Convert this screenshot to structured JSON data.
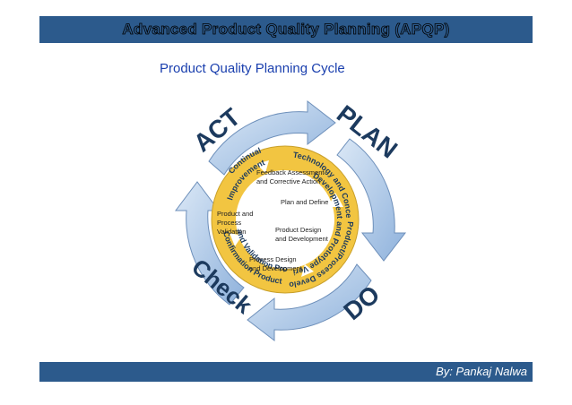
{
  "header": {
    "title": "Advanced Product Quality Planning (APQP)"
  },
  "subtitle": "Product Quality Planning Cycle",
  "cycle": {
    "outer_labels": {
      "act": "ACT",
      "plan": "PLAN",
      "do": "DO",
      "check": "Check"
    },
    "ring_labels": {
      "technology_line1": "Technology and Concept",
      "technology_line2": "Development",
      "continual_line1": "Continual",
      "continual_line2": "Improvement",
      "product_dev_line1": "Product/Process Development",
      "product_dev_line2": "and Prototype Verification",
      "confirmation_line1": "Confirmation Product",
      "confirmation_line2": "and Validation Process"
    },
    "inner_labels": {
      "feedback_line1": "Feedback Assessment",
      "feedback_line2": "and Corrective Action",
      "plan_define": "Plan and Define",
      "validation_line1": "Product and",
      "validation_line2": "Process",
      "validation_line3": "Validation",
      "product_design_line1": "Product Design",
      "product_design_line2": "and Development",
      "process_design_line1": "Process Design",
      "process_design_line2": "and Development"
    }
  },
  "footer": {
    "author": "By: Pankaj Nalwa"
  },
  "colors": {
    "bar": "#2c5a8c",
    "ring": "#f2c541",
    "arrow": "#9ebde0",
    "subtitle": "#1a3fae"
  }
}
